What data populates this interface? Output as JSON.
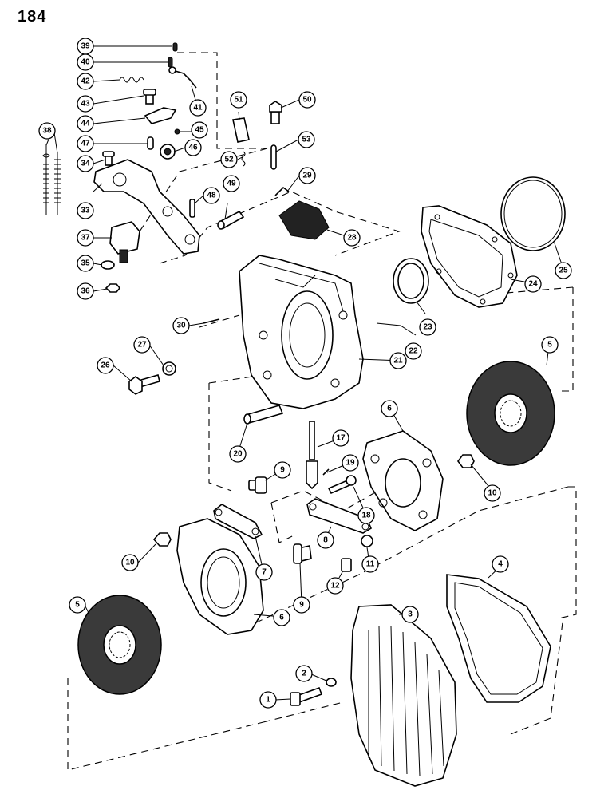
{
  "page_number": "184",
  "callouts": [
    "1",
    "2",
    "3",
    "4",
    "5",
    "5",
    "6",
    "6",
    "7",
    "8",
    "9",
    "9",
    "10",
    "10",
    "11",
    "12",
    "17",
    "18",
    "19",
    "20",
    "21",
    "22",
    "23",
    "24",
    "25",
    "26",
    "27",
    "28",
    "29",
    "30",
    "33",
    "34",
    "35",
    "36",
    "37",
    "38",
    "39",
    "40",
    "41",
    "42",
    "43",
    "44",
    "45",
    "46",
    "47",
    "48",
    "49",
    "50",
    "51",
    "52",
    "53"
  ]
}
